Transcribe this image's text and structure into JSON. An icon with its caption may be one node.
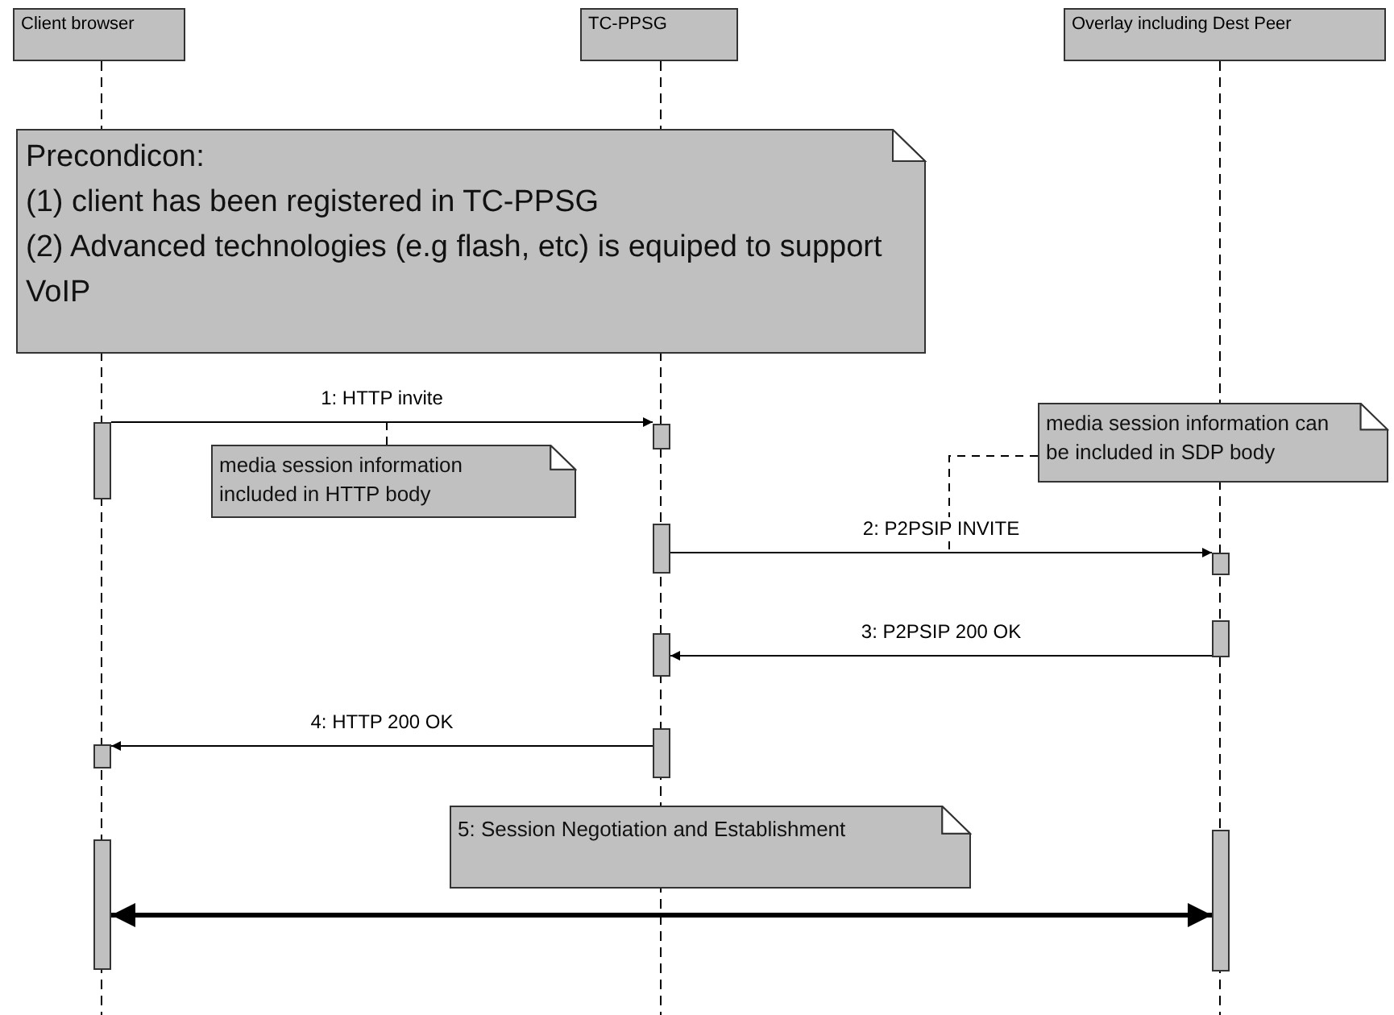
{
  "diagram": {
    "nodes": [
      {
        "text": [
          "Client browser"
        ]
      },
      {
        "text": [
          "TC-PPSG"
        ]
      },
      {
        "text": [
          "Overlay including Dest Peer"
        ]
      },
      {
        "text": [
          "Precondicon:",
          "(1) client has been registered in TC-PPSG",
          "(2) Advanced technologies (e.g flash, etc) is equiped to support VoIP"
        ]
      },
      {
        "text": [],
        "shape": "bar"
      },
      {
        "text": [],
        "shape": "bar"
      },
      {
        "text": [
          "media session information included in HTTP body"
        ]
      },
      {
        "text": [
          "media session information can be included in SDP body"
        ]
      },
      {
        "text": [],
        "shape": "bar"
      },
      {
        "text": [],
        "shape": "bar"
      },
      {
        "text": [],
        "shape": "bar"
      },
      {
        "text": [],
        "shape": "bar"
      },
      {
        "text": [],
        "shape": "bar"
      },
      {
        "text": [],
        "shape": "bar"
      },
      {
        "text": [
          "5: Session Negotiation and Establishment"
        ]
      },
      {
        "text": [],
        "shape": "bar"
      },
      {
        "text": [],
        "shape": "bar"
      }
    ],
    "edges": [
      {
        "from": 4,
        "to": 5,
        "arrow": "to",
        "label": "1: HTTP invite"
      },
      {
        "from": 8,
        "to": 9,
        "arrow": "to",
        "label": "2: P2PSIP INVITE"
      },
      {
        "from": 10,
        "to": 11,
        "arrow": "to",
        "label": "3: P2PSIP 200 OK"
      },
      {
        "from": 12,
        "to": 13,
        "arrow": "to",
        "label": "4: HTTP 200 OK"
      },
      {
        "from": 15,
        "to": 16,
        "arrow": "both",
        "style": "thick"
      },
      {
        "from": 6,
        "to": null,
        "arrow": "none",
        "style": "dashed"
      },
      {
        "from": 7,
        "to": null,
        "arrow": "none",
        "style": "dashed"
      }
    ]
  }
}
